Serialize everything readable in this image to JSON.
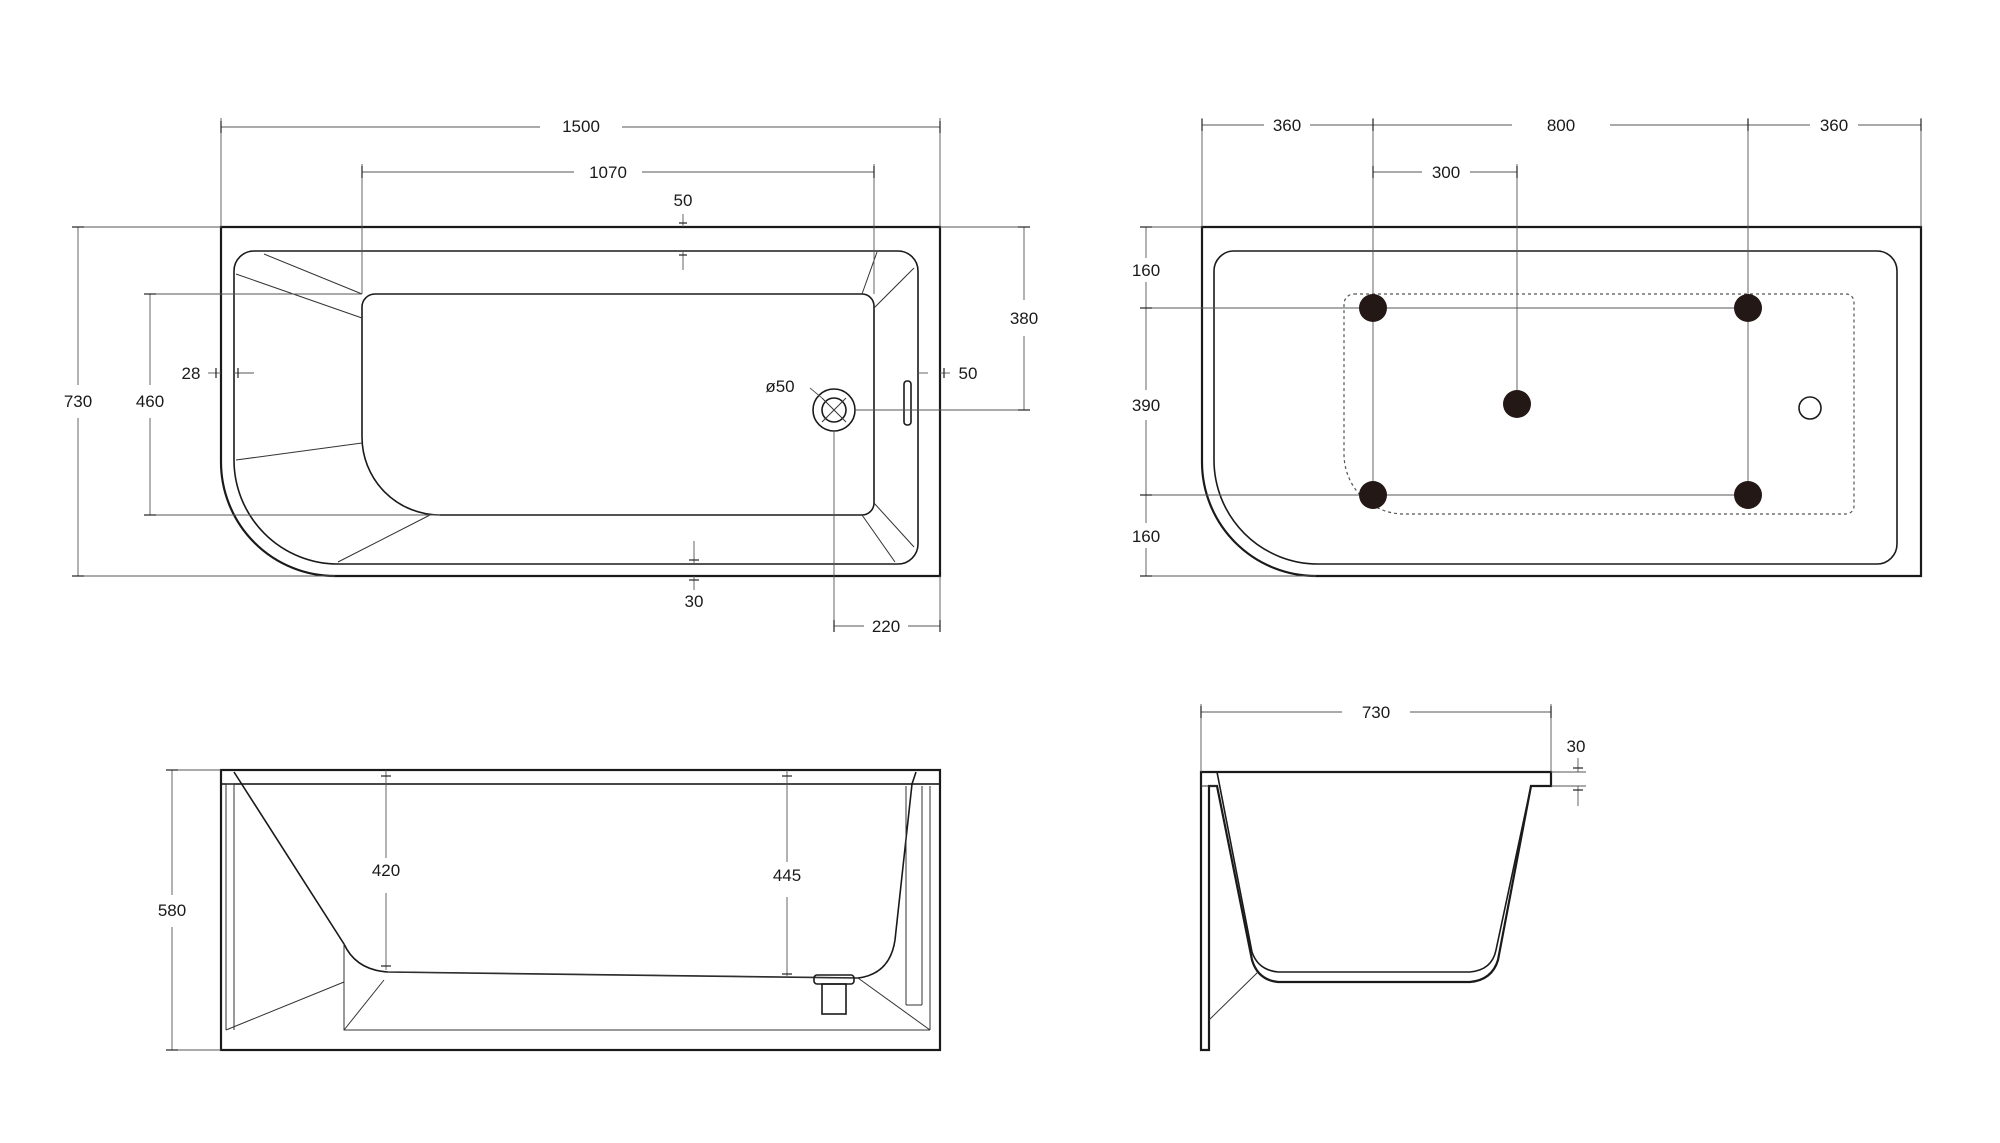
{
  "plan": {
    "length": "1500",
    "inner_length": "1070",
    "rim_top": "50",
    "depth": "730",
    "inner_depth": "460",
    "rim_left": "28",
    "drain_offset": "380",
    "drain_diameter": "ø50",
    "rim_right": "50",
    "rim_bottom": "30",
    "drain_from_end": "220"
  },
  "legs": {
    "end_left": "360",
    "span": "800",
    "end_right": "360",
    "center_offset": "300",
    "edge_top": "160",
    "between": "390",
    "edge_bottom": "160"
  },
  "front": {
    "height": "580",
    "depth_shallow": "420",
    "depth_deep": "445"
  },
  "side": {
    "width": "730",
    "rim": "30"
  },
  "colors": {
    "line": "#1a1a1a",
    "dimension": "#555555",
    "leg_fill": "#231815"
  }
}
